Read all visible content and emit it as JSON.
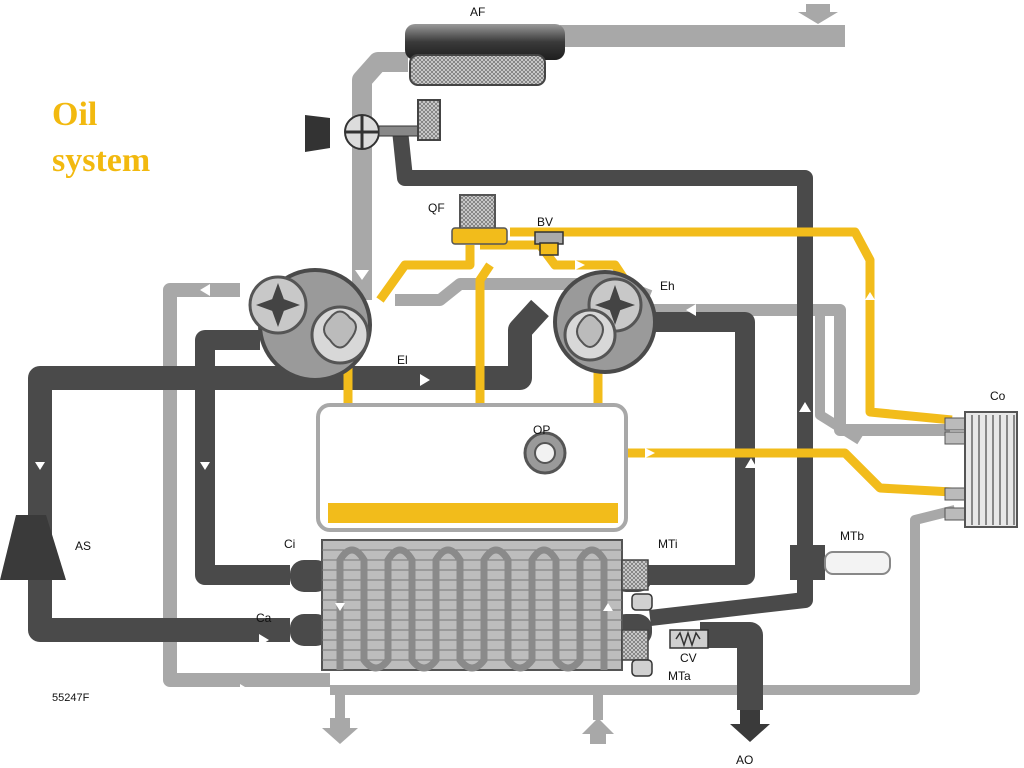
{
  "title": {
    "line1": "Oil",
    "line2": "system"
  },
  "labels": {
    "af": "AF",
    "qf": "QF",
    "bv": "BV",
    "eh": "Eh",
    "el": "El",
    "op": "OP",
    "co": "Co",
    "as": "AS",
    "ci": "Ci",
    "ca": "Ca",
    "mti": "MTi",
    "mtb": "MTb",
    "cv": "CV",
    "mta": "MTa",
    "ao": "AO"
  },
  "figure_code": "55247F",
  "colors": {
    "air_light": "#a8a8a8",
    "air_dark": "#4a4a4a",
    "oil": "#f2bc1b",
    "title": "#f2b90f"
  }
}
